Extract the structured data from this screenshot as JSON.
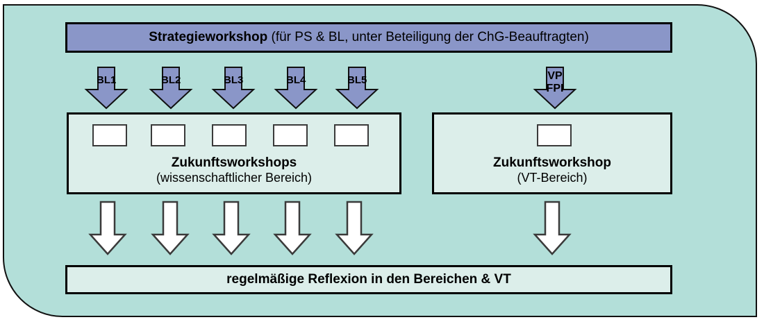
{
  "diagram": {
    "title_strategy_bold": "Strategieworkshop",
    "title_strategy_rest": " (für PS & BL, unter Beteiligung der ChG-Beauftragten)",
    "left_workshop": {
      "title": "Zukunftsworkshops",
      "subtitle": "(wissenschaftlicher Bereich)",
      "card_count": 5
    },
    "right_workshop": {
      "title": "Zukunftsworkshop",
      "subtitle": "(VT-Bereich)",
      "card_count": 1
    },
    "reflection_label": "regelmäßige Reflexion in den Bereichen & VT",
    "top_arrow_labels": [
      "BL1",
      "BL2",
      "BL3",
      "BL4",
      "BL5"
    ],
    "vp_arrow_label_line1": "VP",
    "vp_arrow_label_line2": "FPI",
    "colors": {
      "panel_background": "#b3dfd9",
      "strategy_bar": "#8a96c8",
      "blue_arrow": "#8a96c8",
      "workshop_box": "#dceeea",
      "white_arrow": "#ffffff",
      "outline": "#000000",
      "card_border": "#3a3a3a"
    }
  }
}
